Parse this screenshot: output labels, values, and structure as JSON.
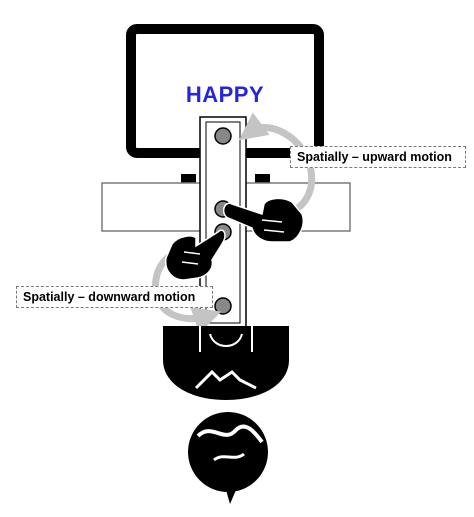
{
  "screen": {
    "word": "HAPPY",
    "word_color": "#2626d9"
  },
  "labels": {
    "upward": "Spatially – upward motion",
    "downward": "Spatially – downward motion"
  },
  "colors": {
    "ink": "#000000",
    "arrow": "#c4c4c4",
    "border": "#7a7a7a"
  },
  "icons": [
    "monitor-icon",
    "slider-icon",
    "hand-icon",
    "arrow-icon",
    "person-icon"
  ]
}
